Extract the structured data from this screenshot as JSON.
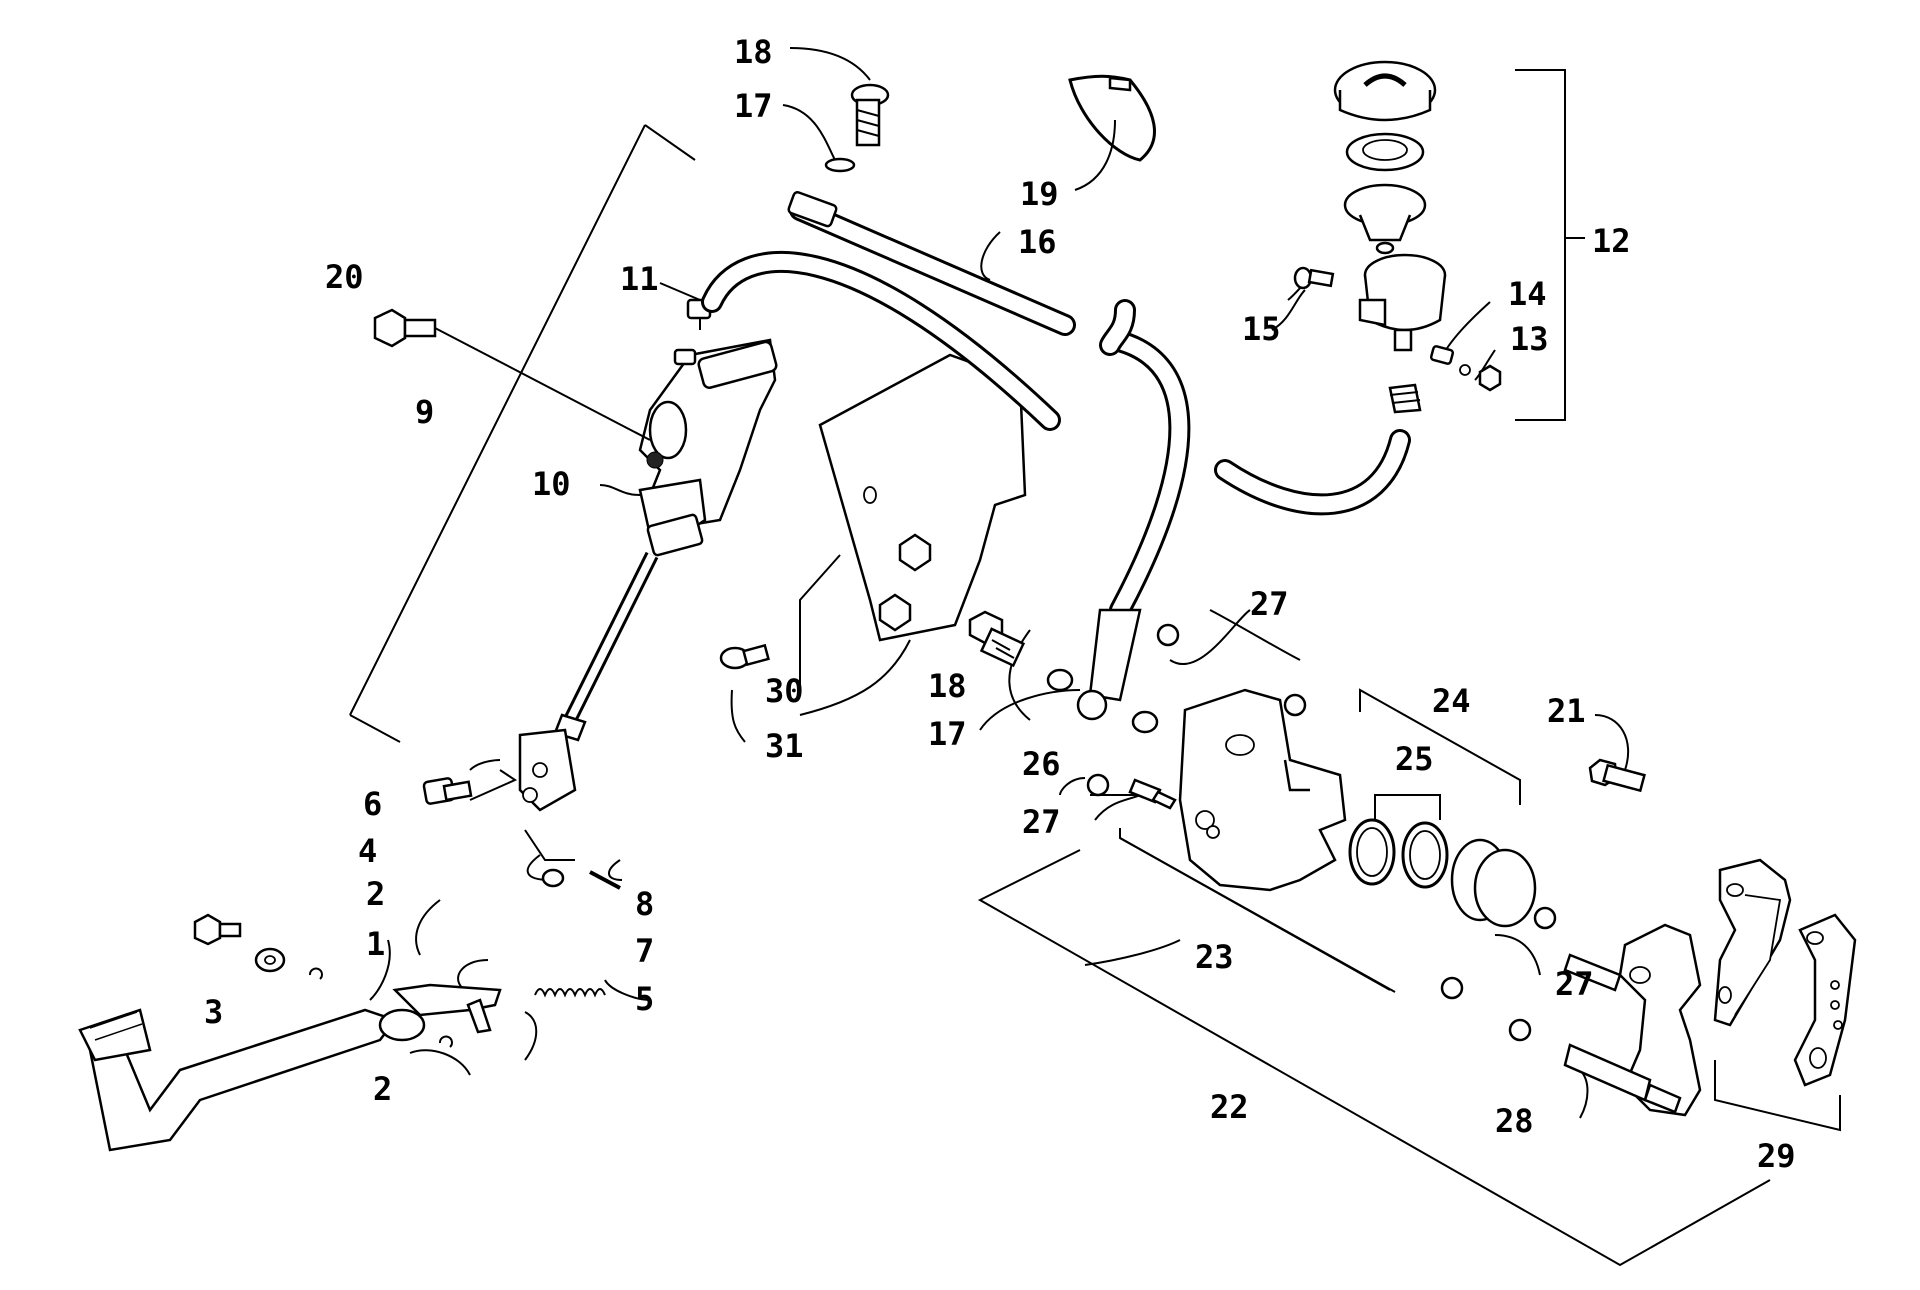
{
  "callouts": {
    "c1": "1",
    "c2a": "2",
    "c2b": "2",
    "c3": "3",
    "c4": "4",
    "c5": "5",
    "c6": "6",
    "c7": "7",
    "c8": "8",
    "c9": "9",
    "c10": "10",
    "c11": "11",
    "c12": "12",
    "c13": "13",
    "c14": "14",
    "c15": "15",
    "c16": "16",
    "c17a": "17",
    "c17b": "17",
    "c18a": "18",
    "c18b": "18",
    "c19": "19",
    "c20": "20",
    "c21": "21",
    "c22": "22",
    "c23": "23",
    "c24": "24",
    "c25": "25",
    "c26": "26",
    "c27a": "27",
    "c27b": "27",
    "c27c": "27",
    "c28": "28",
    "c29": "29",
    "c30": "30",
    "c31": "31"
  }
}
